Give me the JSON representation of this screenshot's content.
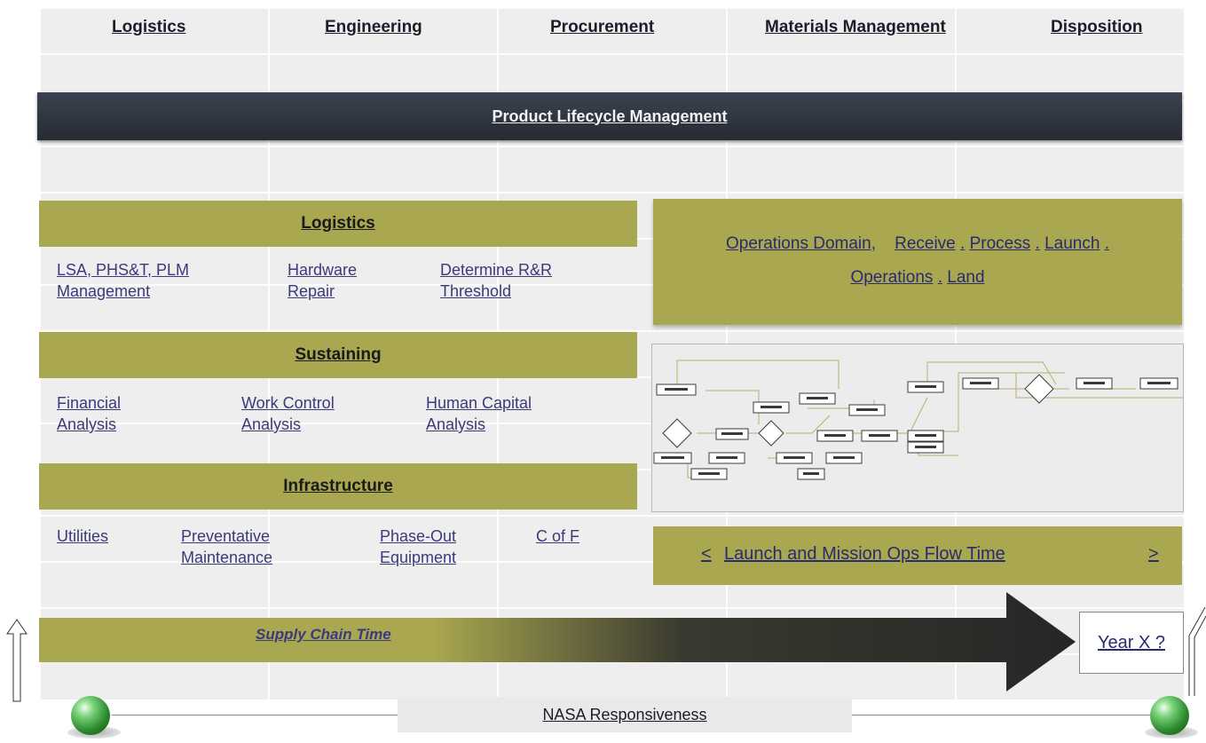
{
  "top_nav": [
    "Logistics",
    "Engineering",
    "Procurement",
    "Materials Management",
    "Disposition"
  ],
  "plm_bar": {
    "label": "Product Lifecycle Management"
  },
  "logistics": {
    "title": "Logistics",
    "items": [
      {
        "line1": "LSA, PHS&T, PLM",
        "line2": "Management"
      },
      {
        "line1": "Hardware",
        "line2": "Repair"
      },
      {
        "line1": "Determine R&R",
        "line2": "Threshold"
      }
    ]
  },
  "sustaining": {
    "title": "Sustaining",
    "items": [
      {
        "line1": "Financial",
        "line2": "Analysis"
      },
      {
        "line1": "Work Control",
        "line2": "Analysis"
      },
      {
        "line1": "Human Capital",
        "line2": "Analysis"
      }
    ]
  },
  "infrastructure": {
    "title": "Infrastructure",
    "items": [
      {
        "line1": "Utilities",
        "line2": ""
      },
      {
        "line1": "Preventative",
        "line2": "Maintenance"
      },
      {
        "line1": "Phase-Out",
        "line2": "Equipment"
      },
      {
        "line1": "C of F",
        "line2": ""
      }
    ]
  },
  "operations": {
    "domain": "Operations Domain,",
    "stages": [
      "Receive",
      "Process",
      "Launch",
      "Operations",
      "Land"
    ],
    "separator": "."
  },
  "launch_bar": {
    "prev": "<",
    "label": "Launch and Mission Ops Flow Time",
    "next": ">"
  },
  "supply_chain": {
    "label": "Supply Chain Time"
  },
  "year_box": {
    "label": "Year X ?"
  },
  "responsiveness": {
    "label": "NASA Responsiveness"
  },
  "colors": {
    "olive": "#a9a74f",
    "dark_bar": "#2f3540",
    "link": "#2a2a6e"
  }
}
